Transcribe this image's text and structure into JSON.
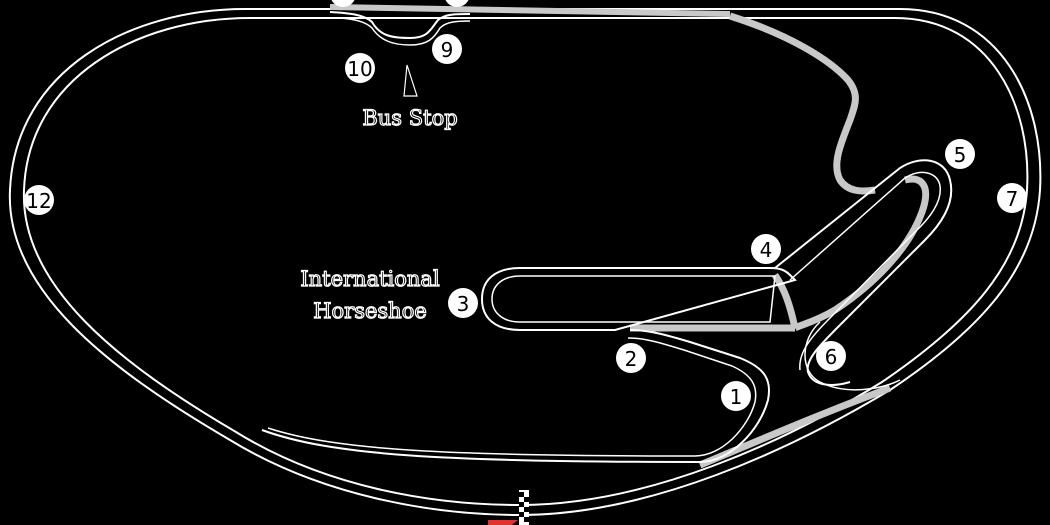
{
  "labels": {
    "bus_stop": "Bus Stop",
    "horseshoe_line1": "International",
    "horseshoe_line2": "Horseshoe"
  },
  "turns": {
    "t1": "1",
    "t2": "2",
    "t3": "3",
    "t4": "4",
    "t5": "5",
    "t6": "6",
    "t7": "7",
    "t9": "9",
    "t10": "10",
    "t12": "12"
  },
  "colors": {
    "background": "#000000",
    "track_outline": "#ffffff",
    "connector": "#c8c8c8",
    "finish_flag": "#e03030"
  }
}
